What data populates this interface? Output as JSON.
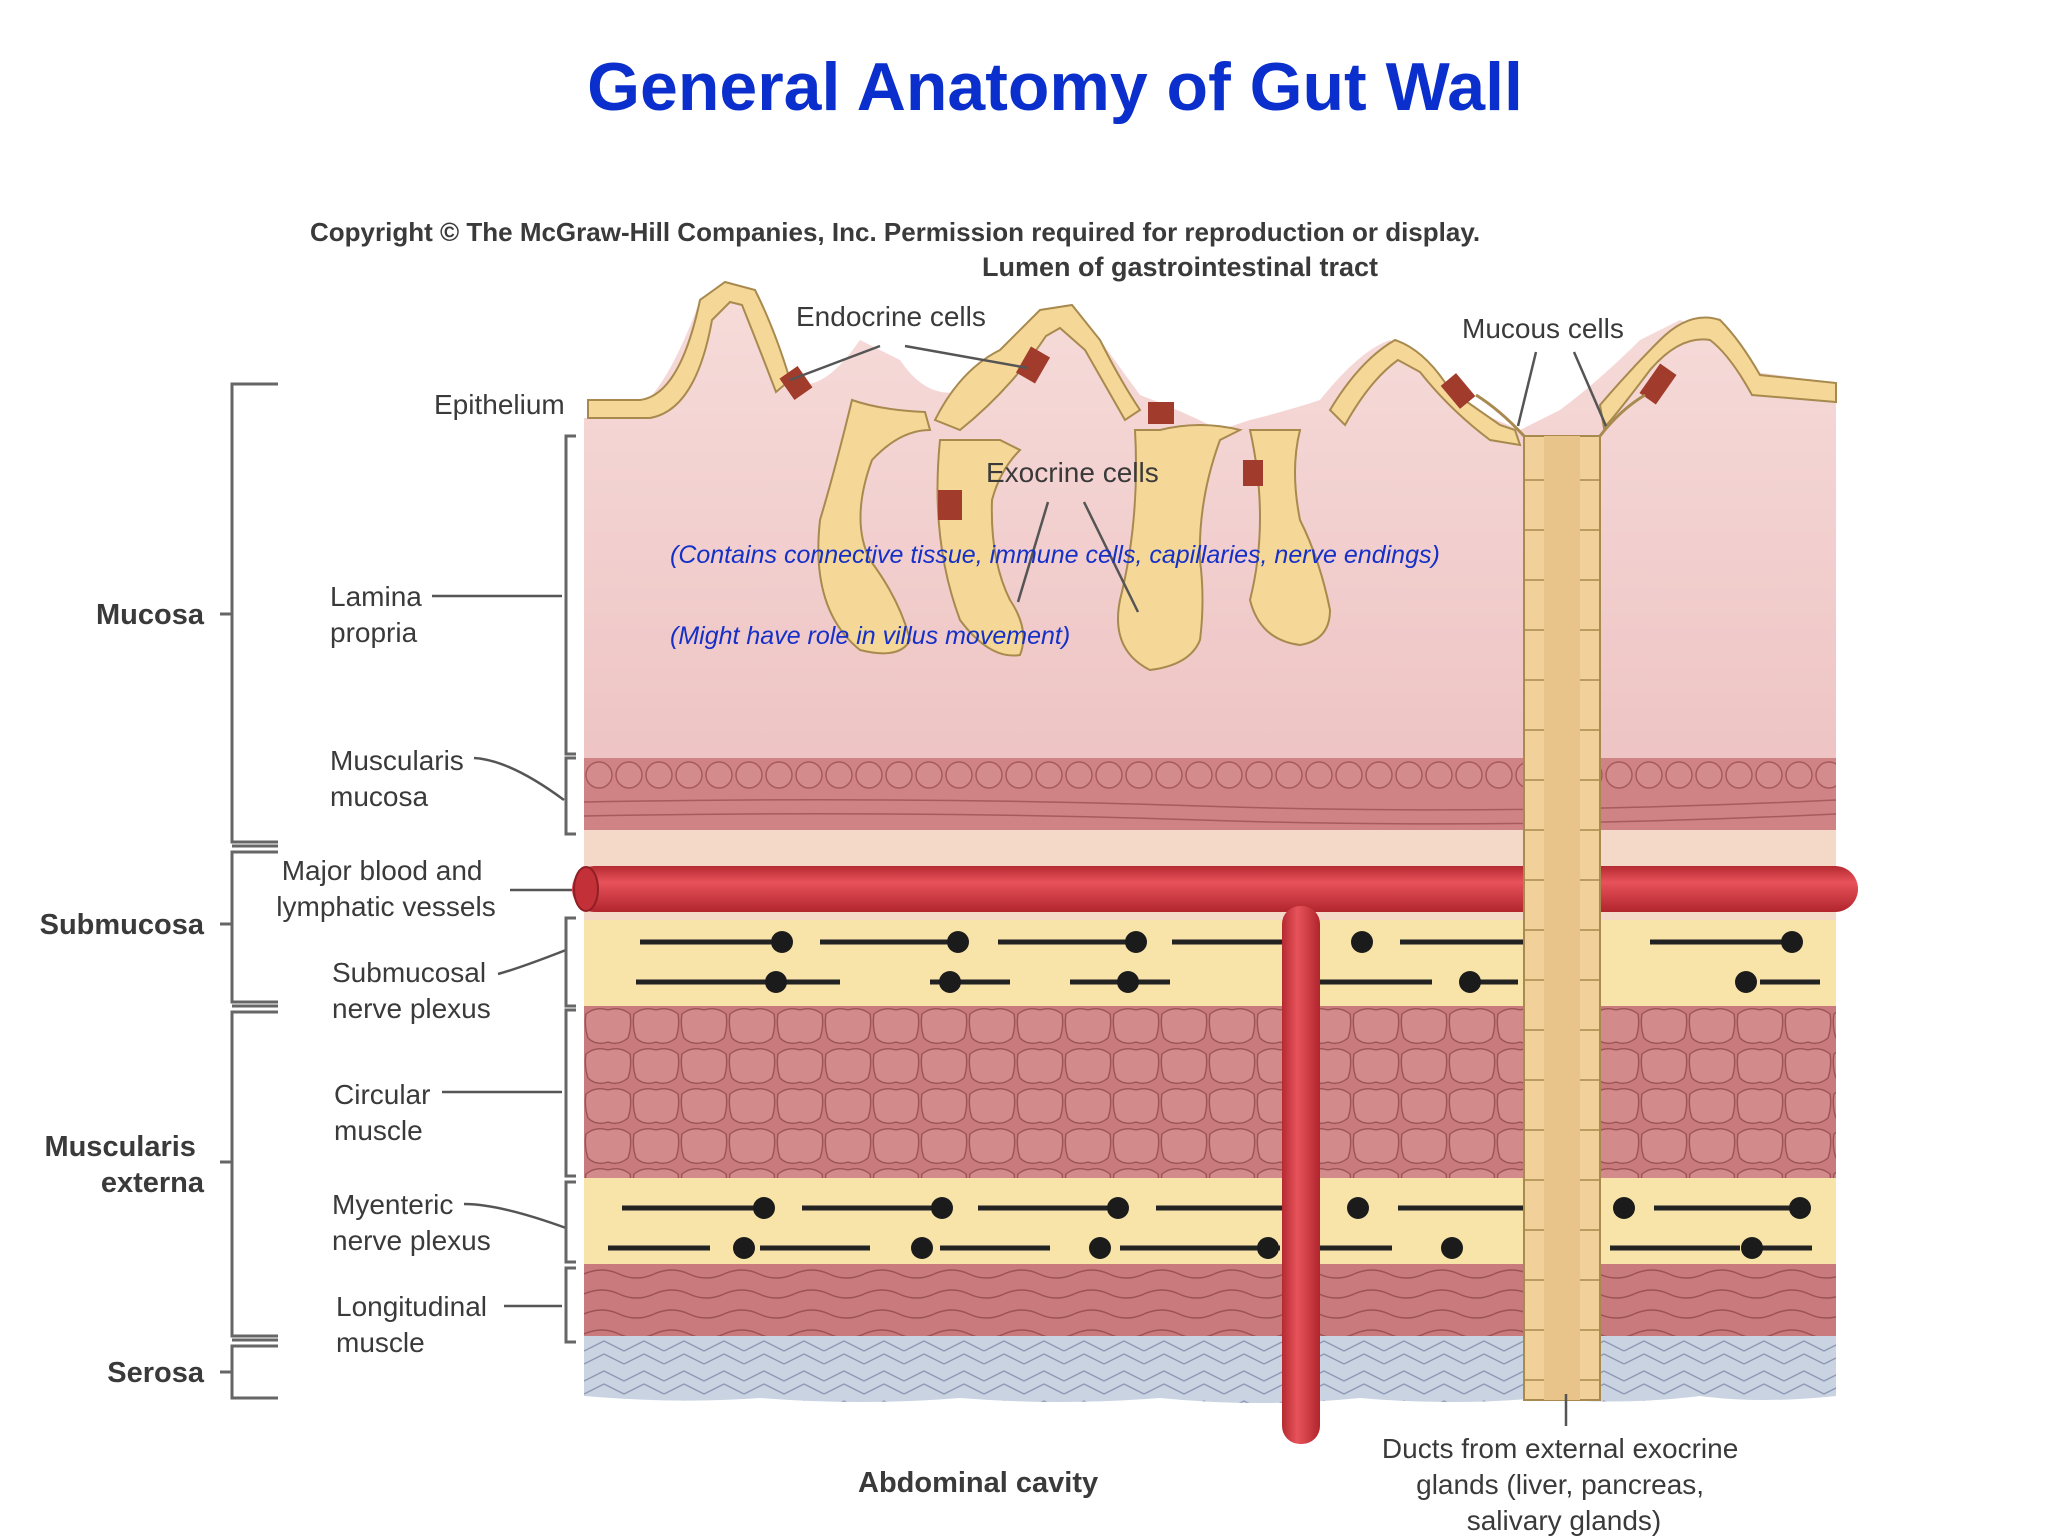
{
  "title": "General Anatomy of Gut Wall",
  "copyright": "Copyright © The McGraw-Hill Companies, Inc. Permission required for reproduction or display.",
  "labels": {
    "lumen": "Lumen of gastrointestinal tract",
    "endocrine_cells": "Endocrine cells",
    "mucous_cells": "Mucous cells",
    "epithelium": "Epithelium",
    "exocrine_cells": "Exocrine cells",
    "lamina_propria": [
      "Lamina",
      "propria"
    ],
    "muscularis_mucosa": [
      "Muscularis",
      "mucosa"
    ],
    "major_vessels": [
      "Major blood and",
      "lymphatic vessels"
    ],
    "submucosal_plexus": [
      "Submucosal",
      "nerve plexus"
    ],
    "circular_muscle": [
      "Circular",
      "muscle"
    ],
    "myenteric_plexus": [
      "Myenteric",
      "nerve plexus"
    ],
    "longitudinal_muscle": [
      "Longitudinal",
      "muscle"
    ],
    "abdominal_cavity": "Abdominal cavity",
    "ducts": [
      "Ducts from external exocrine",
      "glands (liver, pancreas,",
      "salivary glands)"
    ]
  },
  "layers": {
    "mucosa": "Mucosa",
    "submucosa": "Submucosa",
    "muscularis_externa": [
      "Muscularis",
      "externa"
    ],
    "serosa": "Serosa"
  },
  "notes": {
    "lamina_propria": "(Contains connective tissue, immune cells, capillaries, nerve endings)",
    "muscularis_mucosa": "(Might have role in villus movement)"
  },
  "colors": {
    "title": "#0a2fcc",
    "notes": "#1530c8",
    "mucosa": "#f1cdcd",
    "muscle": "#c8787a",
    "vessel": "#d8373f",
    "plexus": "#f8e3a8",
    "serosa": "#c6d0e0"
  }
}
